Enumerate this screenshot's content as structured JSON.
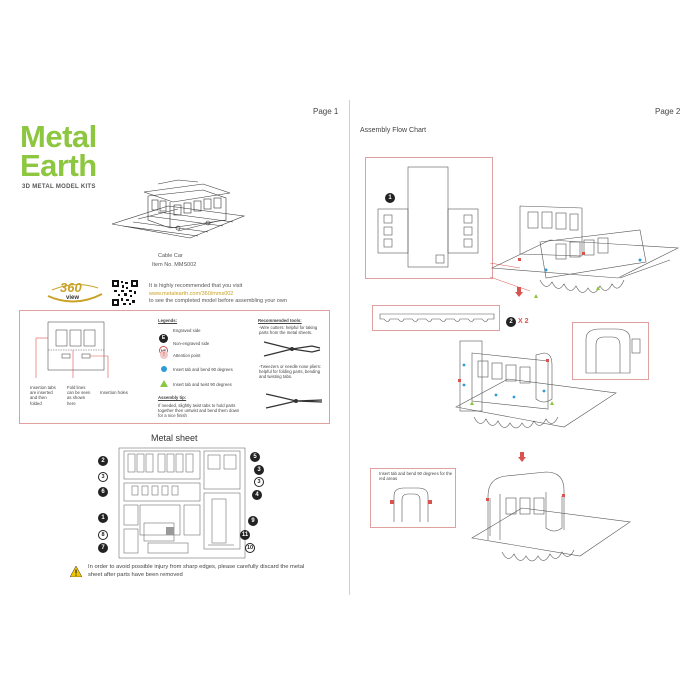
{
  "page1": {
    "page_label": "Page 1",
    "brand_line1": "Metal",
    "brand_line2": "Earth",
    "tagline": "3D METAL MODEL KITS",
    "model_name": "Cable Car",
    "item_no": "Item  No.  MMS002",
    "badge": "360",
    "badge_sub": "view",
    "recommend_line1": "It is highly recommended that you visit",
    "recommend_url": "www.metalearth.com/360/mms002",
    "recommend_line3": "to see the completed model before assembling your own",
    "legends_title": "Legends:",
    "legend_items": [
      {
        "mark": "E",
        "text": "Engraved side"
      },
      {
        "mark": "NE",
        "text": "Non-engraved side"
      },
      {
        "mark": "!",
        "text": "Attention point"
      },
      {
        "mark": "dot",
        "text": "Insert tab and bend 90 degrees"
      },
      {
        "mark": "triangle",
        "text": "Insert tab and twist 90 degrees"
      }
    ],
    "assembly_title": "Assembly tip:",
    "assembly_text": "If needed, slightly twist tabs to hold parts together then untwist and bend them down for a nice finish",
    "tools_title": "Recommended tools:",
    "tool1": "-Wire cutters: helpful for taking parts from the metal sheets.",
    "tool2": "-Tweezers or needle nose pliers: helpful for folding parts, bending and twisting tabs.",
    "insertion_tabs": "Insertion tabs are inserted and then folded",
    "fold_lines": "Fold lines can be seen as shown here",
    "insertion_holes": "Insertion holes",
    "sheet_title": "Metal sheet",
    "warning": "In order to avoid possible injury from sharp edges, please carefully discard the metal sheet after parts have been removed",
    "parts_left": [
      "2",
      "3",
      "6",
      "1",
      "8",
      "7"
    ],
    "parts_right": [
      "5",
      "3",
      "3",
      "4",
      "9",
      "11",
      "10"
    ],
    "colors": {
      "brand": "#8dc63f",
      "gold": "#c9a227",
      "accent_red": "#d9534f"
    }
  },
  "page2": {
    "page_label": "Page 2",
    "title": "Assembly Flow Chart",
    "step1_num": "1",
    "step2_num": "2",
    "step2_mult": "X 2",
    "step_note": "Insert tab and bend 90 degrees for the red areas"
  }
}
